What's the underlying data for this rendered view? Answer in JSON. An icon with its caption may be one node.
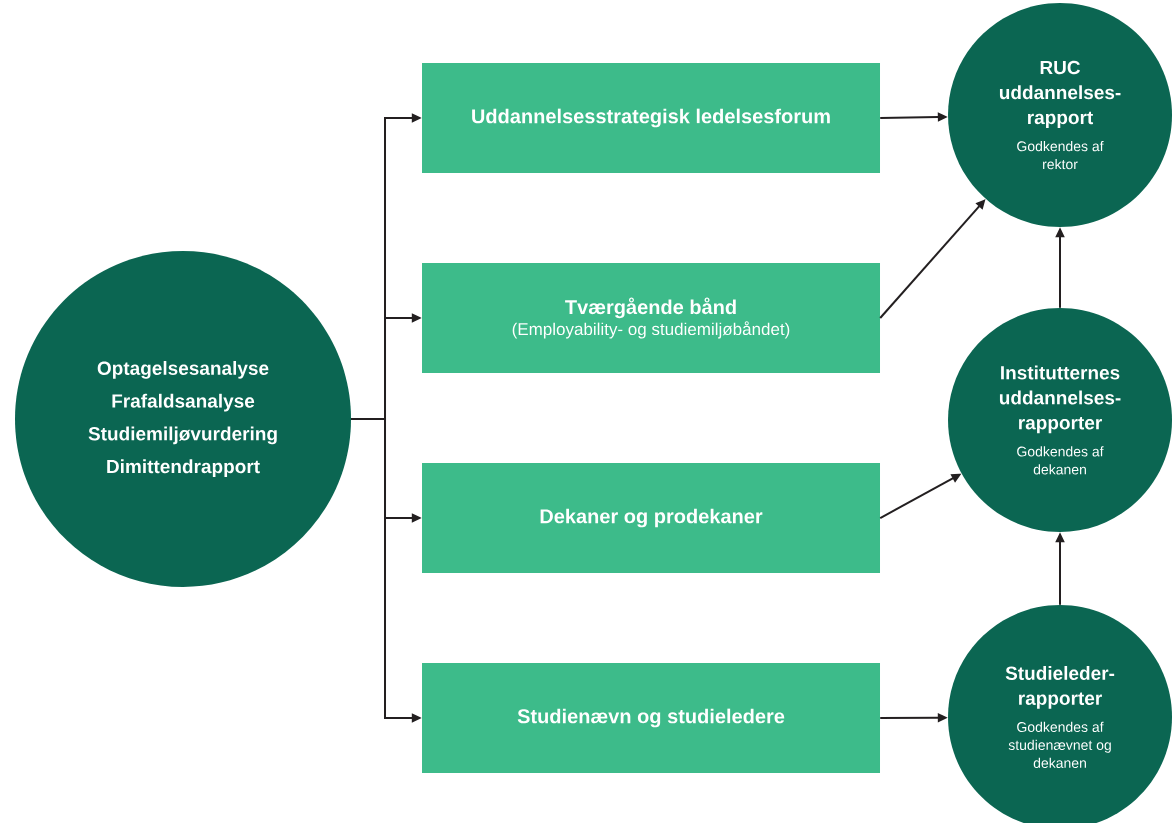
{
  "diagram": {
    "nodes": [
      {
        "text": [
          "Optagelsesanalyse",
          "Frafaldsanalyse",
          "Studiemiljøvurdering",
          "Dimittendrapport"
        ]
      },
      {
        "text": [
          "Uddannelsesstrategisk ledelsesforum"
        ]
      },
      {
        "text": [
          "Tværgående bånd",
          "(Employability- og studiemiljøbåndet)"
        ]
      },
      {
        "text": [
          "Dekaner og prodekaner"
        ]
      },
      {
        "text": [
          "Studienævn og studieledere"
        ]
      },
      {
        "text": [
          "RUC uddannelses- rapport",
          "Godkendes af rektor"
        ]
      },
      {
        "text": [
          "Institutternes uddannelses- rapporter",
          "Godkendes af dekanen"
        ]
      },
      {
        "text": [
          "Studieleder- rapporter",
          "Godkendes af studienævnet og dekanen"
        ]
      }
    ],
    "edges": [
      {
        "from": 0,
        "to": 1,
        "arrow": "to"
      },
      {
        "from": 0,
        "to": 2,
        "arrow": "to"
      },
      {
        "from": 0,
        "to": 3,
        "arrow": "to"
      },
      {
        "from": 0,
        "to": 4,
        "arrow": "to"
      },
      {
        "from": 1,
        "to": 5,
        "arrow": "to"
      },
      {
        "from": 2,
        "to": 5,
        "arrow": "to"
      },
      {
        "from": 3,
        "to": 6,
        "arrow": "to"
      },
      {
        "from": 4,
        "to": 7,
        "arrow": "to"
      },
      {
        "from": 6,
        "to": 5,
        "arrow": "to"
      },
      {
        "from": 7,
        "to": 6,
        "arrow": "to"
      }
    ]
  }
}
